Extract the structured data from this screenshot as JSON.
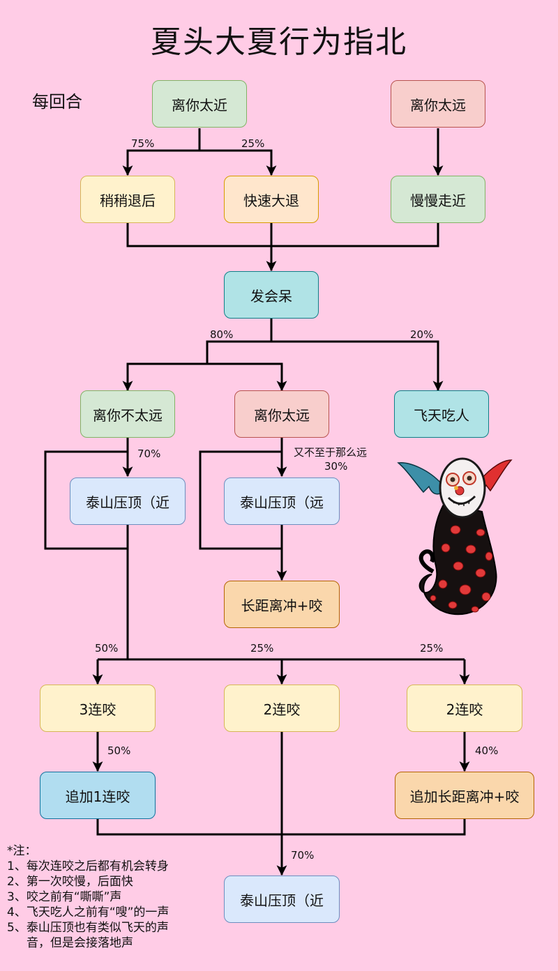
{
  "title": "夏头大夏行为指北",
  "subtitle": "每回合",
  "nodes": {
    "too_close": "离你太近",
    "too_far_top": "离你太远",
    "step_back": "稍稍退后",
    "fast_retreat": "快速大退",
    "walk_closer": "慢慢走近",
    "daze": "发会呆",
    "not_far": "离你不太远",
    "too_far_mid": "离你太远",
    "fly_eat": "飞天吃人",
    "slam_near": "泰山压顶（近",
    "slam_far": "泰山压顶（远",
    "charge_bite": "长距离冲+咬",
    "bite3": "3连咬",
    "bite2_mid": "2连咬",
    "bite2_right": "2连咬",
    "extra_bite": "追加1连咬",
    "extra_charge": "追加长距离冲+咬",
    "slam_near_bottom": "泰山压顶（近"
  },
  "edge_labels": {
    "p75": "75%",
    "p25_top": "25%",
    "p80": "80%",
    "p20": "20%",
    "p70_left": "70%",
    "not_that_far": "又不至于那么远",
    "p30": "30%",
    "p50_left": "50%",
    "p25_mid": "25%",
    "p25_right": "25%",
    "p50_lower": "50%",
    "p40": "40%",
    "p70_bottom": "70%"
  },
  "notes": {
    "header": "*注：",
    "items": [
      "1、每次连咬之后都有机会转身",
      "2、第一次咬慢，后面快",
      "3、咬之前有“嘶嘶”声",
      "4、飞天吃人之前有“嗖”的一声",
      "5、泰山压顶也有类似飞天的声",
      "音，但是会接落地声"
    ]
  },
  "colors": {
    "background": "#ffcce6",
    "green": "#d5e8d4",
    "red": "#f8cecc",
    "yellow": "#fff2cc",
    "orange": "#ffe6cc",
    "orange_dark": "#fad7ac",
    "cyan": "#b0e3e6",
    "blue": "#dae8fc",
    "blue_dark": "#b1ddf0"
  }
}
